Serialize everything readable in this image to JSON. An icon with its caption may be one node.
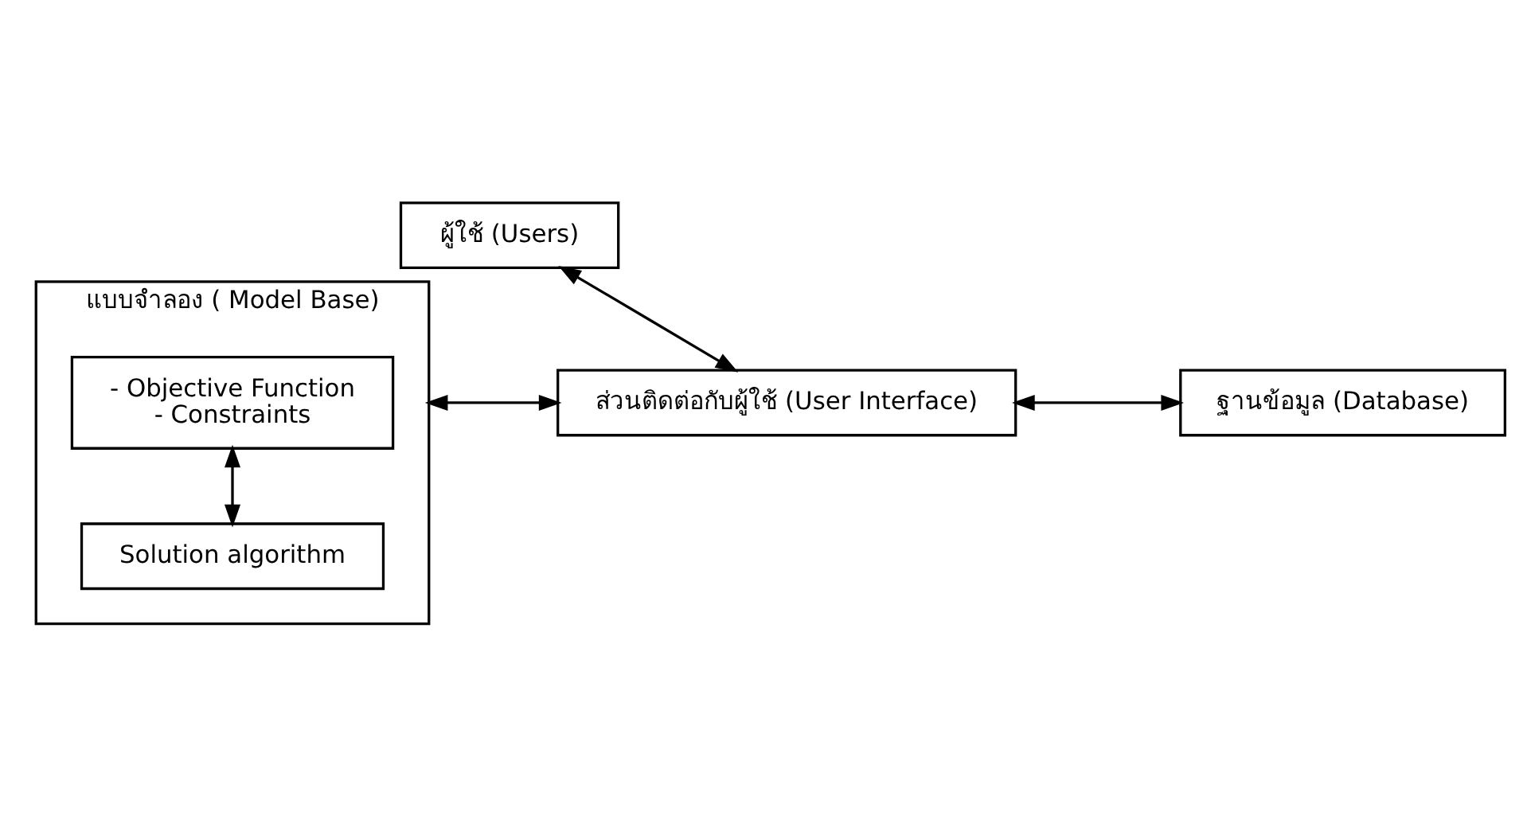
{
  "diagram": {
    "nodes": [
      {
        "text": [
          "ผู้ใช้ (Users)"
        ]
      },
      {
        "text": [
          "แบบจำลอง ( Model Base)"
        ]
      },
      {
        "text": [
          "- Objective Function",
          "- Constraints"
        ],
        "in": 1
      },
      {
        "text": [
          "Solution algorithm"
        ],
        "in": 1
      },
      {
        "text": [
          "ส่วนติดต่อกับผู้ใช้ (User Interface)"
        ]
      },
      {
        "text": [
          "ฐานข้อมูล (Database)"
        ]
      }
    ],
    "edges": [
      {
        "from": 0,
        "to": 4,
        "arrow": "both"
      },
      {
        "from": 1,
        "to": 4,
        "arrow": "both"
      },
      {
        "from": 4,
        "to": 5,
        "arrow": "both"
      },
      {
        "from": 2,
        "to": 3,
        "arrow": "both"
      }
    ]
  }
}
